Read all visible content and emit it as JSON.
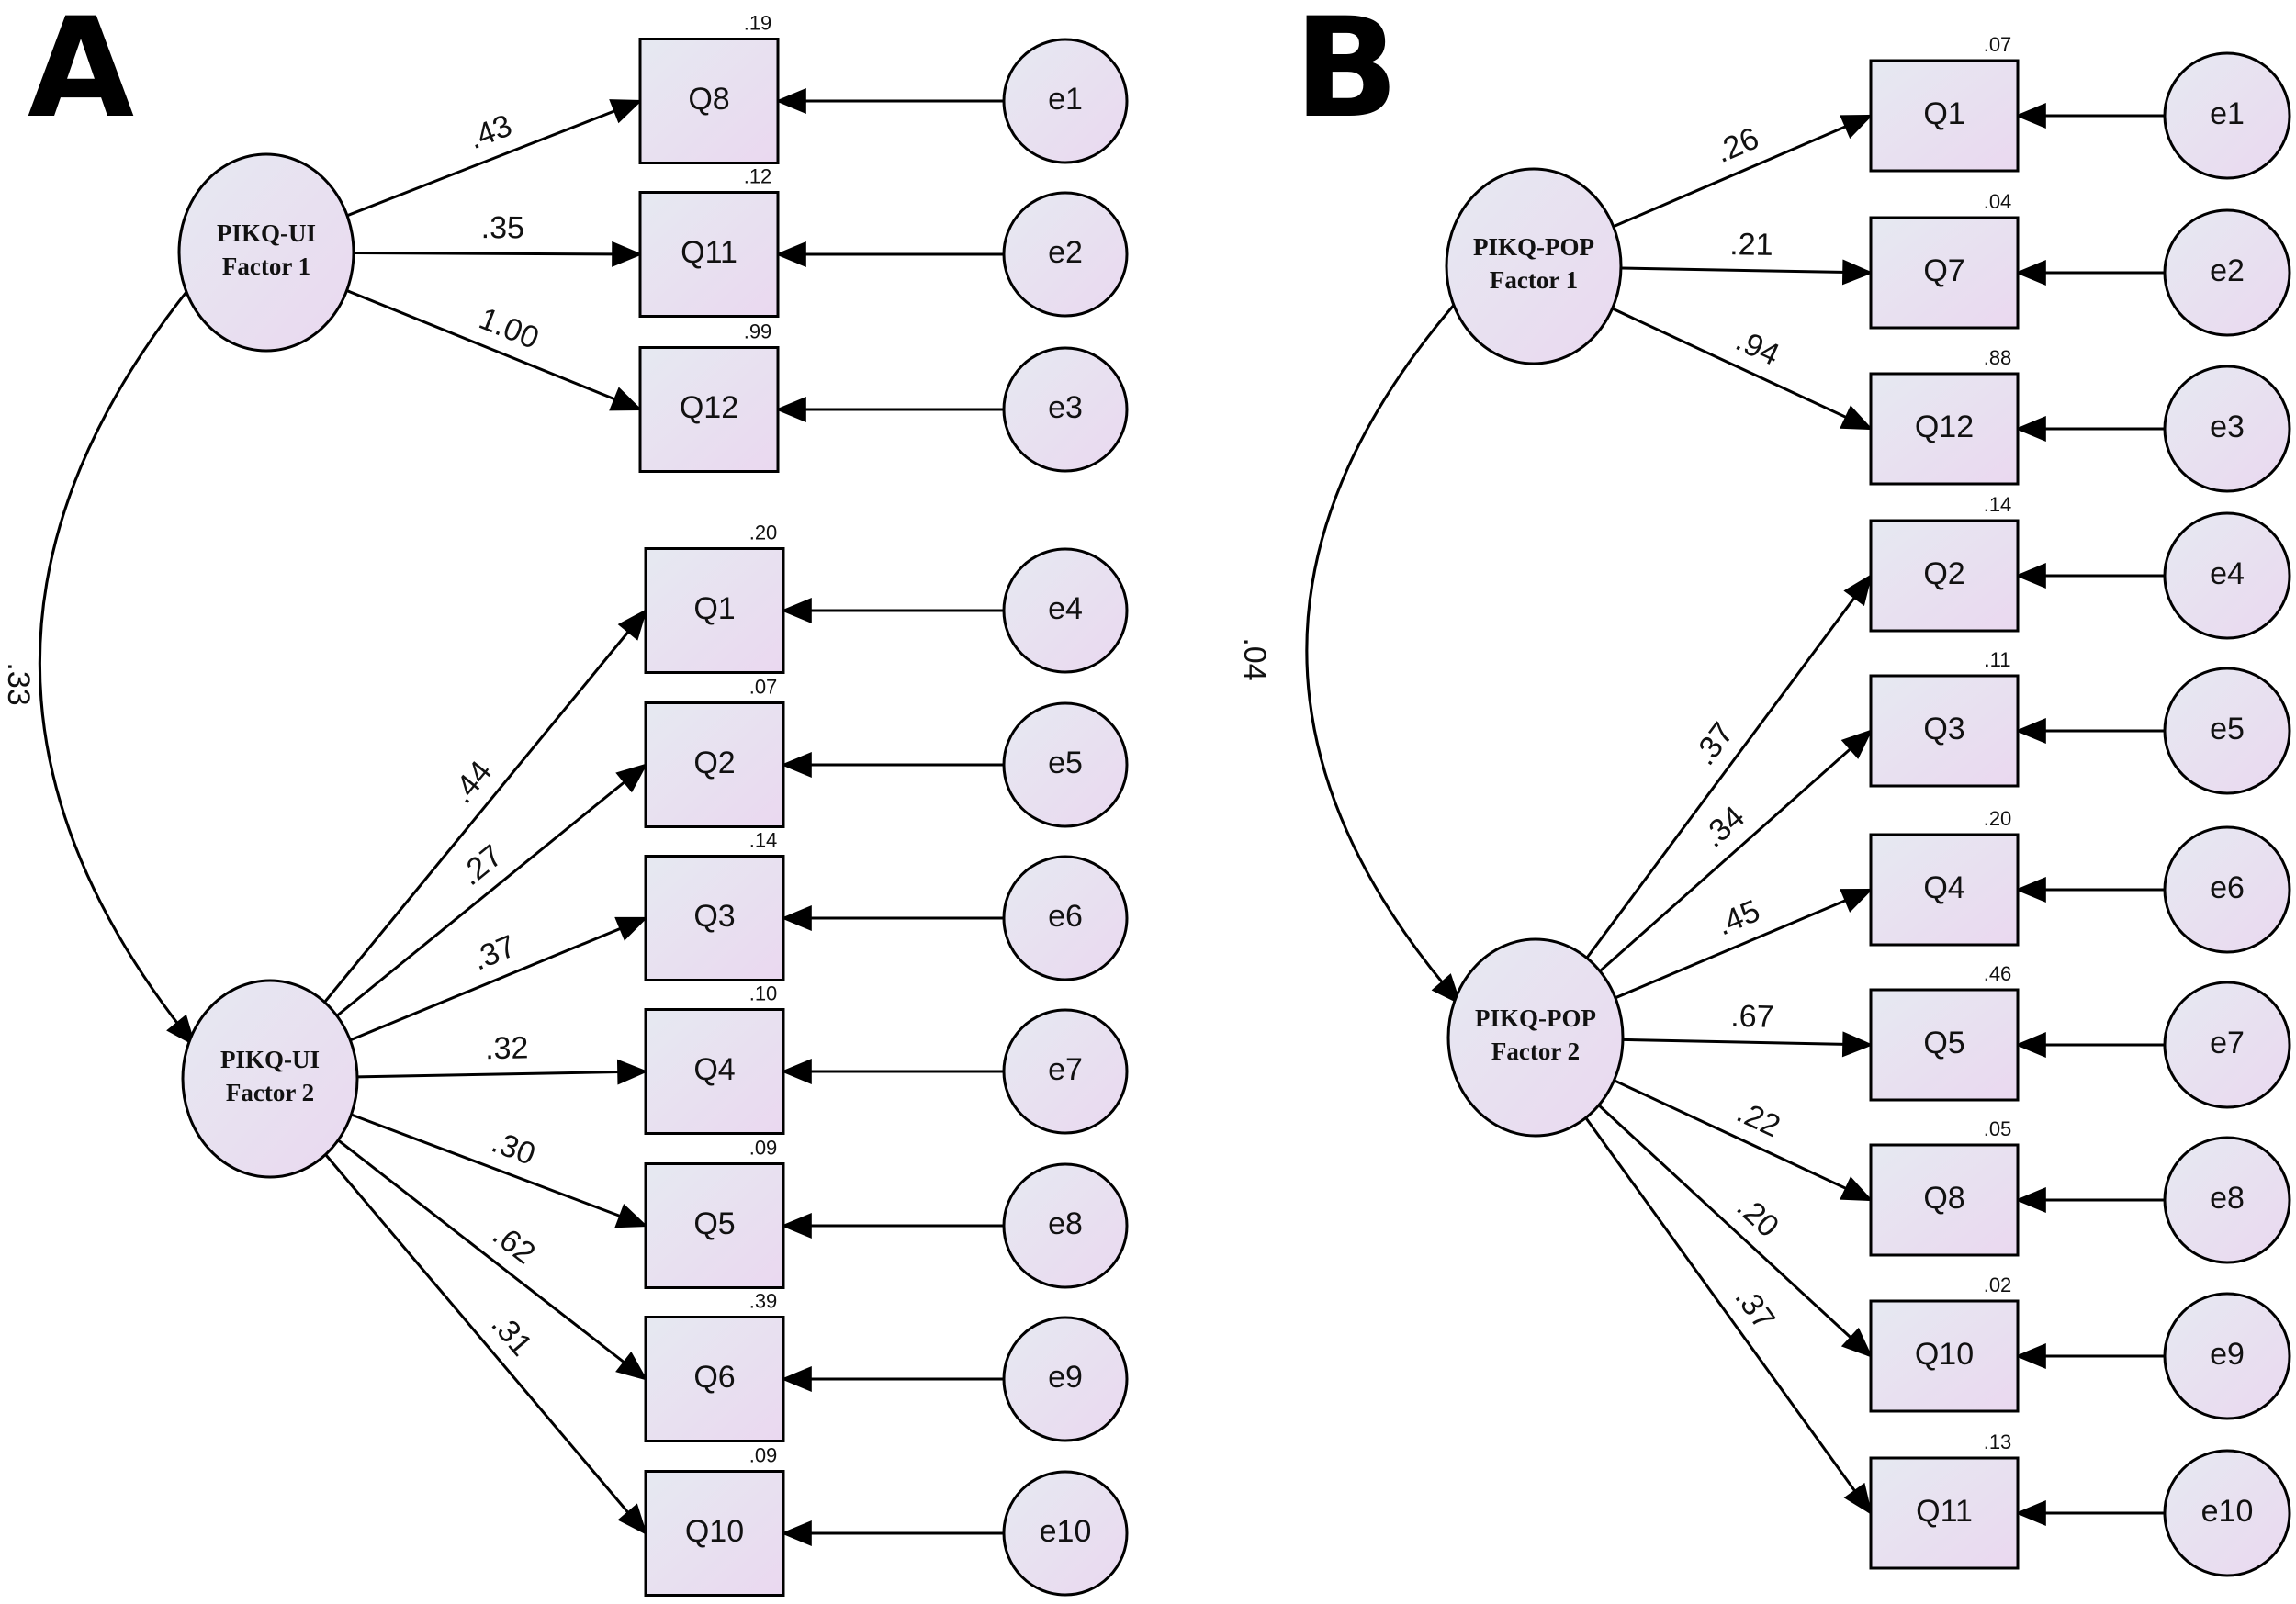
{
  "panels": [
    {
      "label": "A",
      "factors": [
        {
          "name": "PIKQ-UI",
          "sub": "Factor 1"
        },
        {
          "name": "PIKQ-UI",
          "sub": "Factor 2"
        }
      ],
      "correlation": ".33",
      "items": [
        {
          "label": "Q8",
          "loading": ".43",
          "r2": ".19",
          "error": "e1",
          "factor": 0
        },
        {
          "label": "Q11",
          "loading": ".35",
          "r2": ".12",
          "error": "e2",
          "factor": 0
        },
        {
          "label": "Q12",
          "loading": "1.00",
          "r2": ".99",
          "error": "e3",
          "factor": 0
        },
        {
          "label": "Q1",
          "loading": ".44",
          "r2": ".20",
          "error": "e4",
          "factor": 1
        },
        {
          "label": "Q2",
          "loading": ".27",
          "r2": ".07",
          "error": "e5",
          "factor": 1
        },
        {
          "label": "Q3",
          "loading": ".37",
          "r2": ".14",
          "error": "e6",
          "factor": 1
        },
        {
          "label": "Q4",
          "loading": ".32",
          "r2": ".10",
          "error": "e7",
          "factor": 1
        },
        {
          "label": "Q5",
          "loading": ".30",
          "r2": ".09",
          "error": "e8",
          "factor": 1
        },
        {
          "label": "Q6",
          "loading": ".62",
          "r2": ".39",
          "error": "e9",
          "factor": 1
        },
        {
          "label": "Q10",
          "loading": ".31",
          "r2": ".09",
          "error": "e10",
          "factor": 1
        }
      ]
    },
    {
      "label": "B",
      "factors": [
        {
          "name": "PIKQ-POP",
          "sub": "Factor 1"
        },
        {
          "name": "PIKQ-POP",
          "sub": "Factor 2"
        }
      ],
      "correlation": ".04",
      "items": [
        {
          "label": "Q1",
          "loading": ".26",
          "r2": ".07",
          "error": "e1",
          "factor": 0
        },
        {
          "label": "Q7",
          "loading": ".21",
          "r2": ".04",
          "error": "e2",
          "factor": 0
        },
        {
          "label": "Q12",
          "loading": ".94",
          "r2": ".88",
          "error": "e3",
          "factor": 0
        },
        {
          "label": "Q2",
          "loading": ".37",
          "r2": ".14",
          "error": "e4",
          "factor": 1
        },
        {
          "label": "Q3",
          "loading": ".34",
          "r2": ".11",
          "error": "e5",
          "factor": 1
        },
        {
          "label": "Q4",
          "loading": ".45",
          "r2": ".20",
          "error": "e6",
          "factor": 1
        },
        {
          "label": "Q5",
          "loading": ".67",
          "r2": ".46",
          "error": "e7",
          "factor": 1
        },
        {
          "label": "Q8",
          "loading": ".22",
          "r2": ".05",
          "error": "e8",
          "factor": 1
        },
        {
          "label": "Q10",
          "loading": ".20",
          "r2": ".02",
          "error": "e9",
          "factor": 1
        },
        {
          "label": "Q11",
          "loading": ".37",
          "r2": ".13",
          "error": "e10",
          "factor": 1
        }
      ]
    }
  ]
}
